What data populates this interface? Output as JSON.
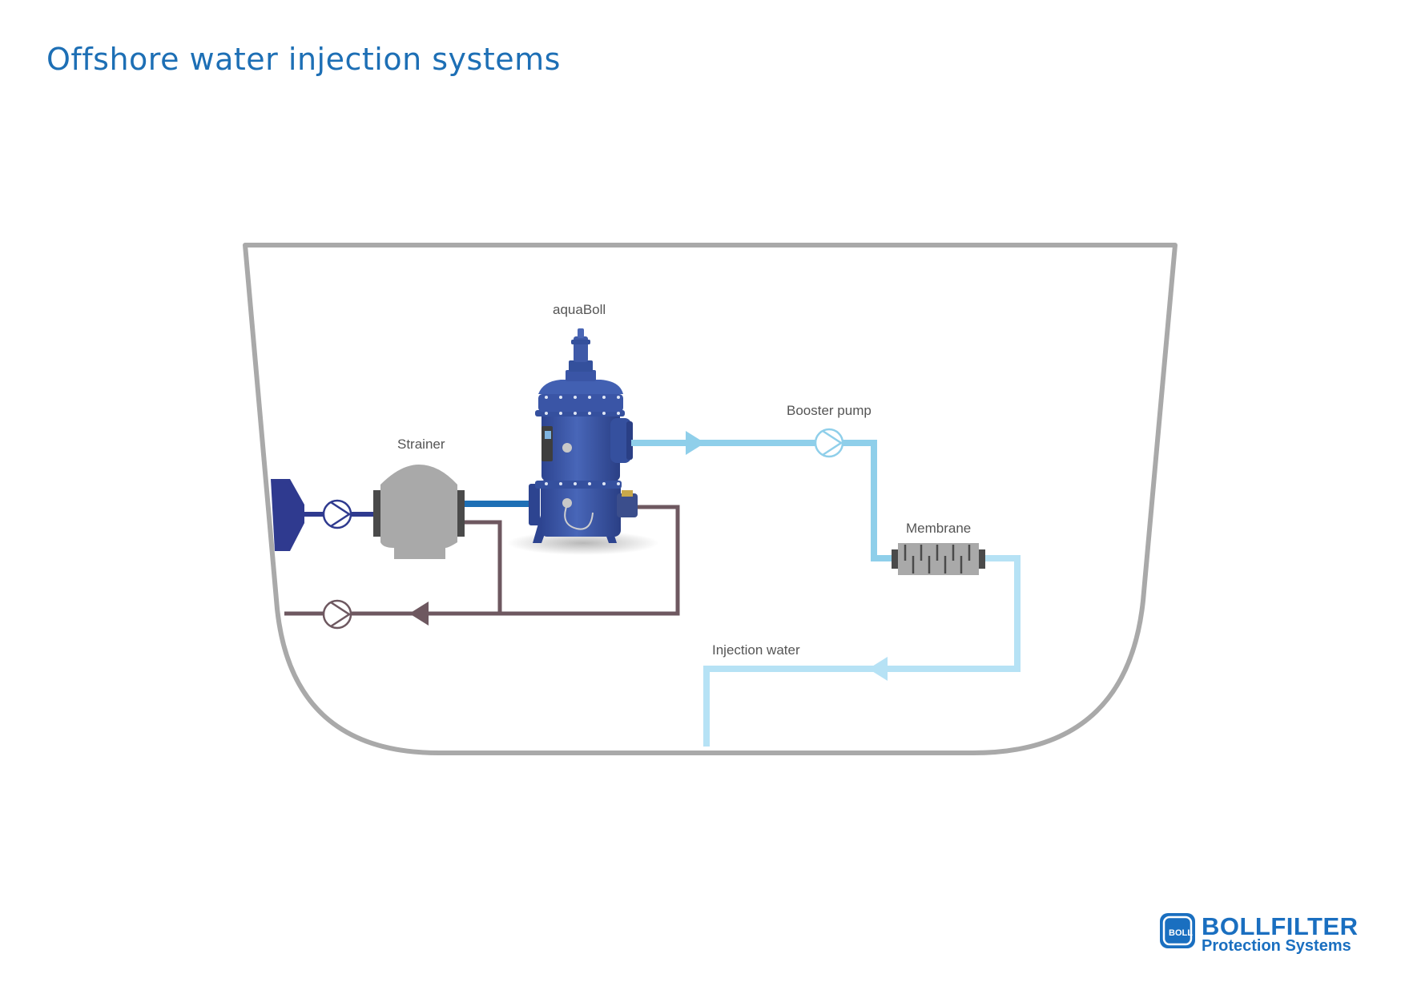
{
  "title": "Offshore water injection systems",
  "labels": {
    "filter": "aquaBoll",
    "booster": "Booster pump",
    "strainer": "Strainer",
    "membrane": "Membrane",
    "injection": "Injection water"
  },
  "logo": {
    "brand": "BOLLFILTER",
    "tagline": "Protection Systems",
    "mark": "BOLL"
  },
  "colors": {
    "title": "#1d6fb5",
    "hull": "#a9a9a9",
    "seawater_intake": "#2f3a8f",
    "filtered_water": "#8fcfea",
    "injection_water": "#b6e2f5",
    "backflush_return": "#6e5860",
    "filter_body": "#3f5aa8",
    "brand": "#1a6fc0"
  },
  "icons": {
    "pump": "pump-circle-icon",
    "flow": "flow-arrow-icon",
    "intake": "sea-chest-icon"
  }
}
